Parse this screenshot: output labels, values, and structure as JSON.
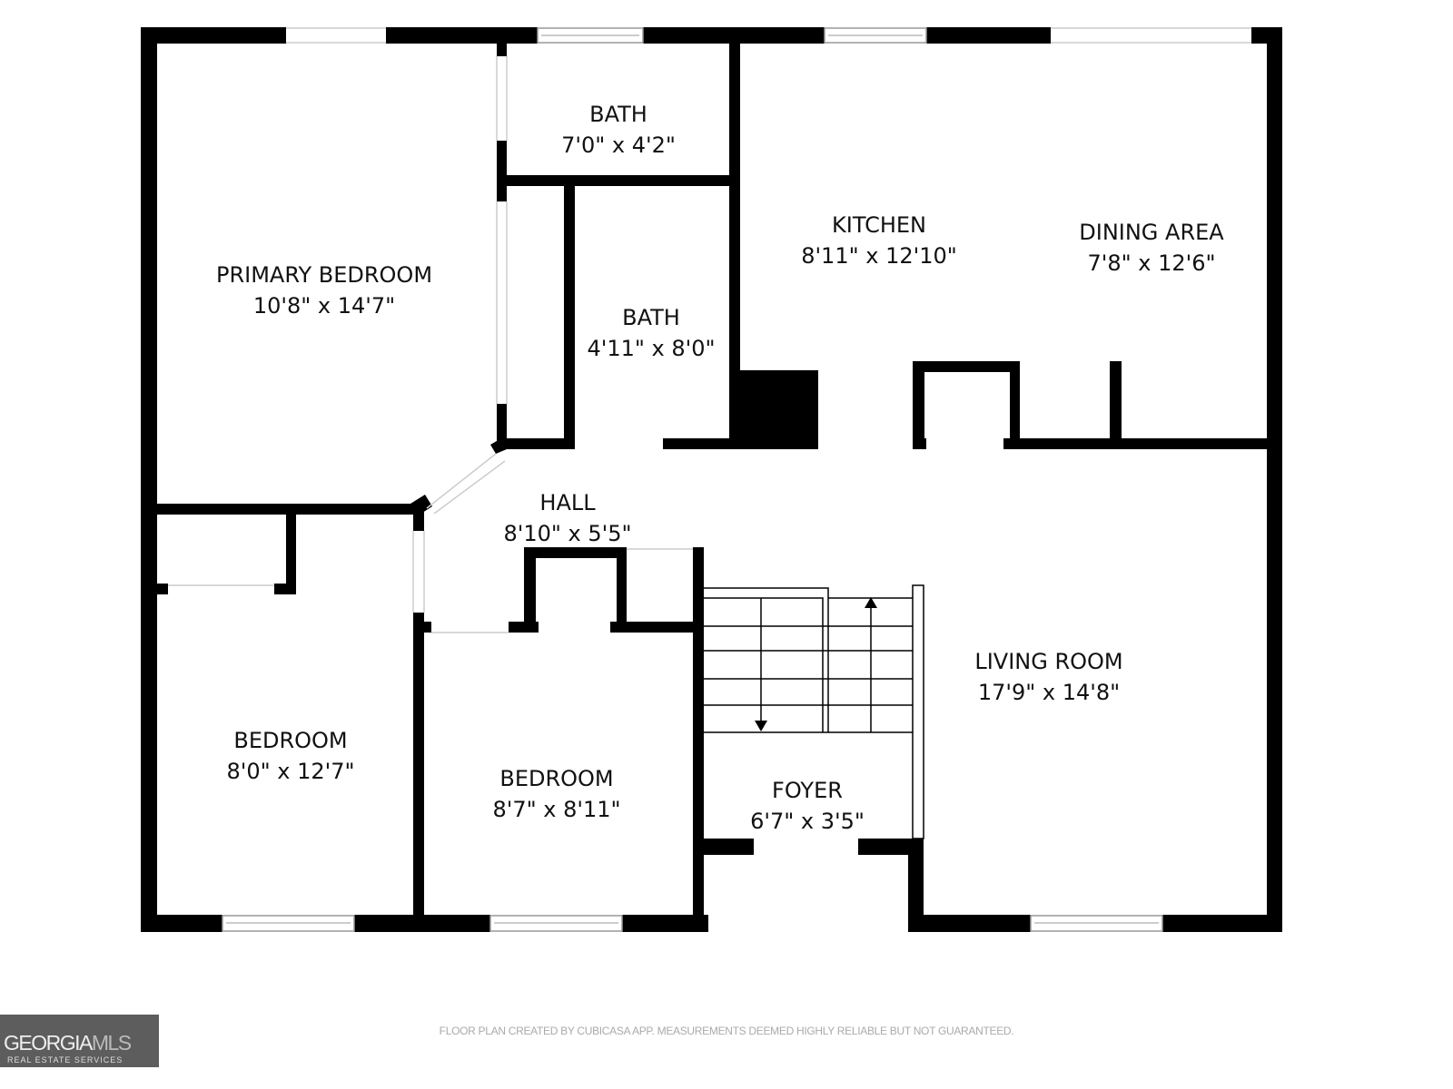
{
  "rooms": {
    "primary_bedroom": {
      "name": "PRIMARY BEDROOM",
      "size": "10'8\" x 14'7\""
    },
    "bath_1": {
      "name": "BATH",
      "size": "7'0\" x 4'2\""
    },
    "bath_2": {
      "name": "BATH",
      "size": "4'11\" x 8'0\""
    },
    "kitchen": {
      "name": "KITCHEN",
      "size": "8'11\" x 12'10\""
    },
    "dining_area": {
      "name": "DINING AREA",
      "size": "7'8\" x 12'6\""
    },
    "hall": {
      "name": "HALL",
      "size": "8'10\" x 5'5\""
    },
    "bedroom_1": {
      "name": "BEDROOM",
      "size": "8'0\" x 12'7\""
    },
    "bedroom_2": {
      "name": "BEDROOM",
      "size": "8'7\" x 8'11\""
    },
    "foyer": {
      "name": "FOYER",
      "size": "6'7\" x 3'5\""
    },
    "living_room": {
      "name": "LIVING ROOM",
      "size": "17'9\" x 14'8\""
    }
  },
  "footer": {
    "disclaimer": "FLOOR PLAN CREATED BY CUBICASA APP. MEASUREMENTS DEEMED HIGHLY RELIABLE BUT NOT GUARANTEED."
  },
  "logo": {
    "brand_main": "GEORGIA",
    "brand_accent": "MLS",
    "tagline": "REAL ESTATE SERVICES"
  },
  "colors": {
    "wall": "#000000",
    "logo_bg": "#5d5d5d",
    "footer_text": "#aaaaaa"
  }
}
